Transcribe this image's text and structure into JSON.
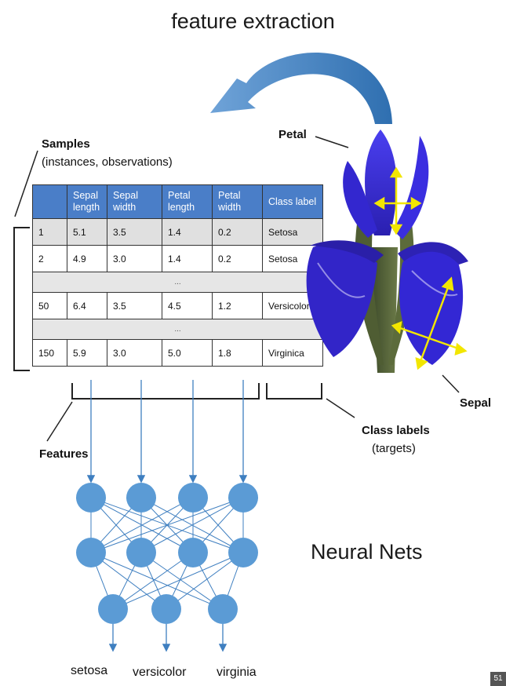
{
  "title": "feature extraction",
  "labels": {
    "petal": "Petal",
    "sepal": "Sepal",
    "samples": "Samples",
    "samples_sub": "(instances, observations)",
    "features": "Features",
    "class_labels": "Class labels",
    "class_labels_sub": "(targets)",
    "neural_nets": "Neural Nets"
  },
  "table": {
    "headers": [
      "",
      "Sepal length",
      "Sepal width",
      "Petal length",
      "Petal width",
      "Class label"
    ],
    "rows": [
      {
        "id": "1",
        "sepal_length": "5.1",
        "sepal_width": "3.5",
        "petal_length": "1.4",
        "petal_width": "0.2",
        "class": "Setosa"
      },
      {
        "id": "2",
        "sepal_length": "4.9",
        "sepal_width": "3.0",
        "petal_length": "1.4",
        "petal_width": "0.2",
        "class": "Setosa"
      },
      {
        "id": "50",
        "sepal_length": "6.4",
        "sepal_width": "3.5",
        "petal_length": "4.5",
        "petal_width": "1.2",
        "class": "Versicolor"
      },
      {
        "id": "150",
        "sepal_length": "5.9",
        "sepal_width": "3.0",
        "petal_length": "5.0",
        "petal_width": "1.8",
        "class": "Virginica"
      }
    ],
    "ellipsis": "..."
  },
  "outputs": [
    "setosa",
    "versicolor",
    "virginia"
  ],
  "page_number": "51",
  "colors": {
    "header_blue": "#4a7ec8",
    "node_blue": "#5b9bd5",
    "arrow_blue": "#3f7fc0",
    "iris_purple": "#3a2fd0",
    "annotation_yellow": "#f2e600"
  }
}
